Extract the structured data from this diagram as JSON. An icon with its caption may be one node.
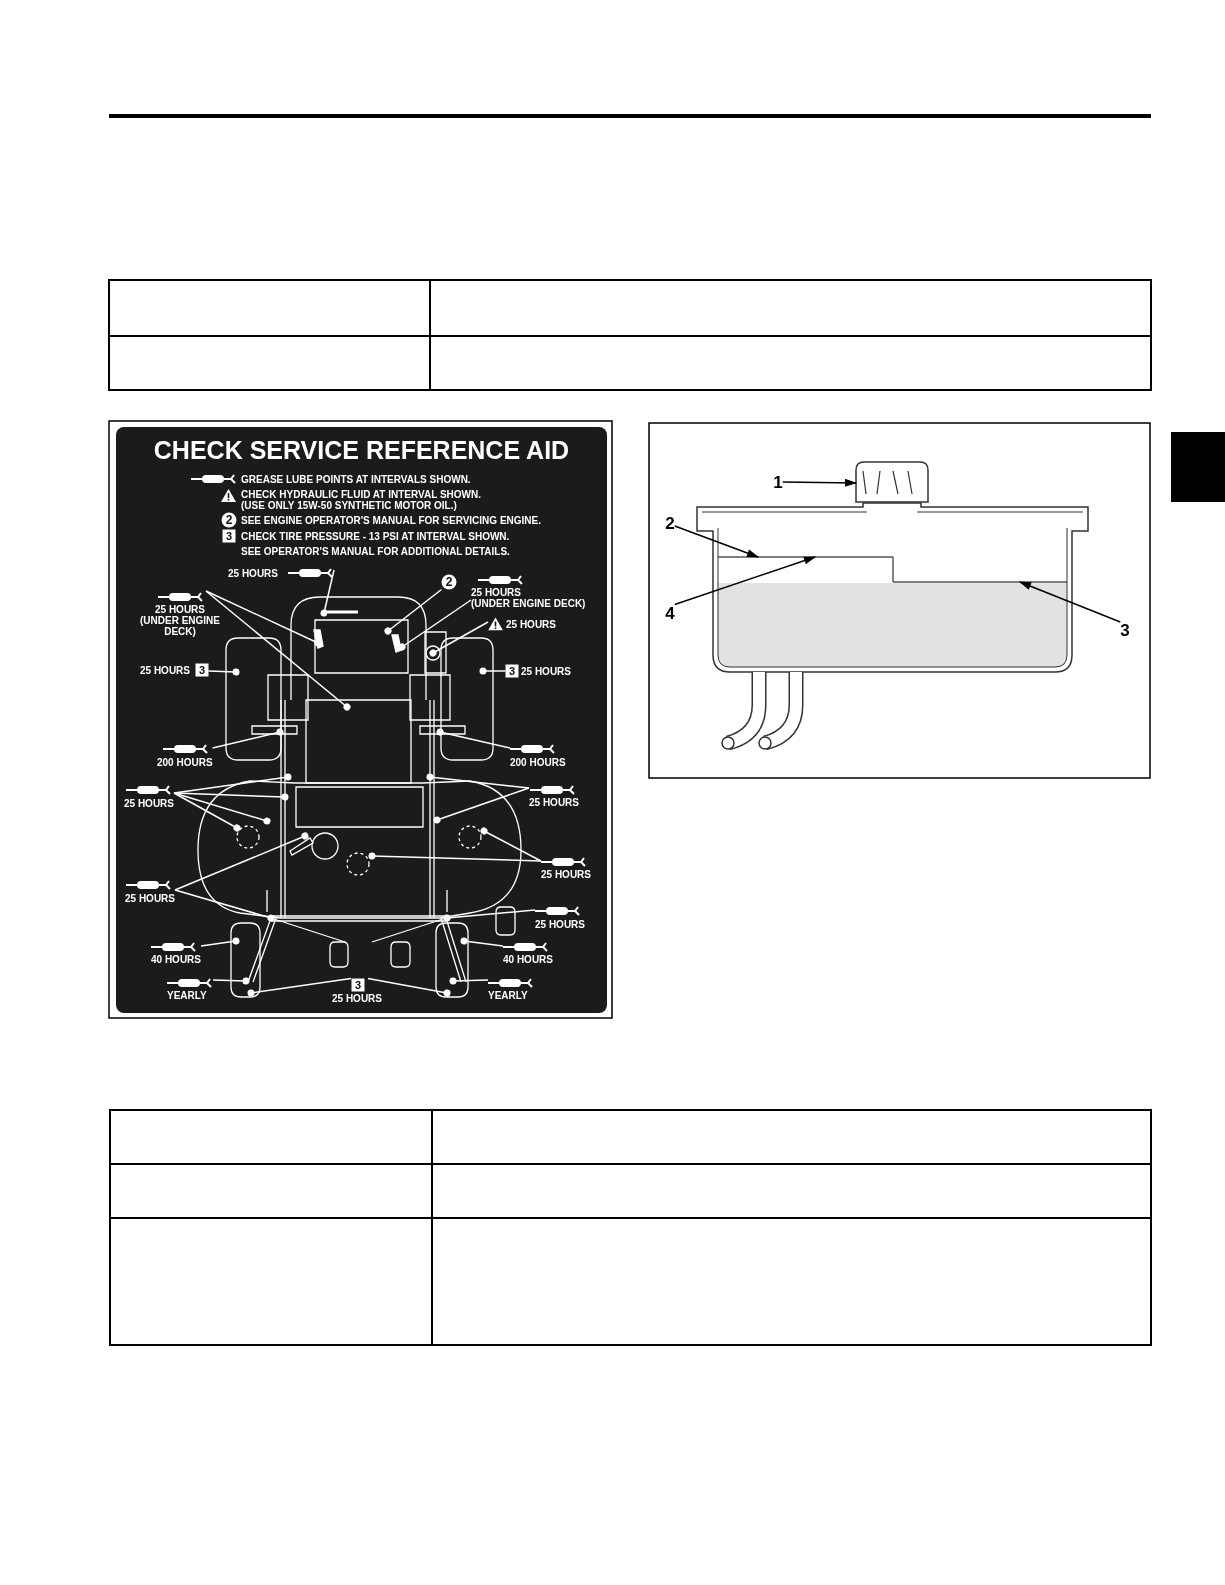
{
  "diagram": {
    "nodes": [
      {
        "text": [
          "CHECK SERVICE REFERENCE AID"
        ]
      },
      {
        "text": [
          "25 HOURS"
        ],
        "in": 0
      },
      {
        "text": [
          "25 HOURS",
          "(UNDER ENGINE DECK)"
        ],
        "in": 0
      },
      {
        "text": [
          "2"
        ],
        "in": 0
      },
      {
        "text": [
          "25 HOURS",
          "(UNDER ENGINE DECK)"
        ],
        "in": 0
      },
      {
        "text": [
          "25 HOURS"
        ],
        "in": 0
      },
      {
        "text": [
          "25 HOURS",
          "3"
        ],
        "in": 0
      },
      {
        "text": [
          "3",
          "25 HOURS"
        ],
        "in": 0
      },
      {
        "text": [
          "200 HOURS"
        ],
        "in": 0
      },
      {
        "text": [
          "200 HOURS"
        ],
        "in": 0
      },
      {
        "text": [
          "25 HOURS"
        ],
        "in": 0
      },
      {
        "text": [
          "25 HOURS"
        ],
        "in": 0
      },
      {
        "text": [
          "25 HOURS"
        ],
        "in": 0
      },
      {
        "text": [
          "25 HOURS"
        ],
        "in": 0
      },
      {
        "text": [
          "25 HOURS"
        ],
        "in": 0
      },
      {
        "text": [
          "40 HOURS"
        ],
        "in": 0
      },
      {
        "text": [
          "40 HOURS"
        ],
        "in": 0
      },
      {
        "text": [
          "YEARLY"
        ],
        "in": 0
      },
      {
        "text": [
          "YEARLY"
        ],
        "in": 0
      },
      {
        "text": [
          "3",
          "25 HOURS"
        ],
        "in": 0
      },
      {
        "text": [
          "1"
        ]
      },
      {
        "text": [
          "2"
        ]
      },
      {
        "text": [
          "4"
        ]
      },
      {
        "text": [
          "3"
        ]
      },
      {
        "text": [],
        "shape": "picture"
      },
      {
        "text": [],
        "shape": "bar"
      },
      {
        "text": [],
        "shape": "bar"
      }
    ],
    "edges": [
      {
        "from": 1,
        "to": null,
        "arrow": "other"
      },
      {
        "from": 2,
        "to": null,
        "arrow": "other"
      },
      {
        "from": 2,
        "to": null,
        "arrow": "other"
      },
      {
        "from": 3,
        "to": null,
        "arrow": "other"
      },
      {
        "from": 4,
        "to": null,
        "arrow": "other"
      },
      {
        "from": 5,
        "to": null,
        "arrow": "other"
      },
      {
        "from": 6,
        "to": null,
        "arrow": "other"
      },
      {
        "from": 7,
        "to": null,
        "arrow": "other"
      },
      {
        "from": 8,
        "to": null,
        "arrow": "other"
      },
      {
        "from": 9,
        "to": null,
        "arrow": "other"
      },
      {
        "from": 10,
        "to": null,
        "arrow": "other"
      },
      {
        "from": 10,
        "to": null,
        "arrow": "other"
      },
      {
        "from": 10,
        "to": null,
        "arrow": "other"
      },
      {
        "from": 10,
        "to": null,
        "arrow": "other"
      },
      {
        "from": 11,
        "to": null,
        "arrow": "other"
      },
      {
        "from": 11,
        "to": null,
        "arrow": "other"
      },
      {
        "from": 12,
        "to": null,
        "arrow": "other"
      },
      {
        "from": 12,
        "to": null,
        "arrow": "other"
      },
      {
        "from": 13,
        "to": null,
        "arrow": "other"
      },
      {
        "from": 13,
        "to": null,
        "arrow": "other"
      },
      {
        "from": 14,
        "to": null,
        "arrow": "other"
      },
      {
        "from": 15,
        "to": null,
        "arrow": "other"
      },
      {
        "from": 16,
        "to": null,
        "arrow": "other"
      },
      {
        "from": 17,
        "to": null,
        "arrow": "other"
      },
      {
        "from": 18,
        "to": null,
        "arrow": "other"
      },
      {
        "from": 19,
        "to": null,
        "arrow": "other"
      },
      {
        "from": 19,
        "to": null,
        "arrow": "other"
      },
      {
        "from": 20,
        "to": 24,
        "arrow": "to",
        "color": "#000000"
      },
      {
        "from": 21,
        "to": 25,
        "arrow": "to",
        "color": "#000000"
      },
      {
        "from": 22,
        "to": 25,
        "arrow": "to",
        "color": "#000000"
      },
      {
        "from": 23,
        "to": 26,
        "arrow": "to",
        "color": "#000000"
      }
    ],
    "labels": [
      "2",
      "3",
      "SEE OPERATOR'S MANUAL FOR ADDITIONAL DETAILS."
    ],
    "legend": [
      {
        "text": "GREASE LUBE POINTS AT INTERVALS SHOWN."
      },
      {
        "text": "CHECK HYDRAULIC FLUID AT INTERVAL SHOWN. (USE ONLY 15W-50 SYNTHETIC MOTOR OIL.)"
      },
      {
        "text": "SEE ENGINE OPERATOR'S MANUAL FOR SERVICING ENGINE."
      },
      {
        "text": "CHECK TIRE PRESSURE - 13 PSI AT INTERVAL SHOWN."
      }
    ]
  }
}
